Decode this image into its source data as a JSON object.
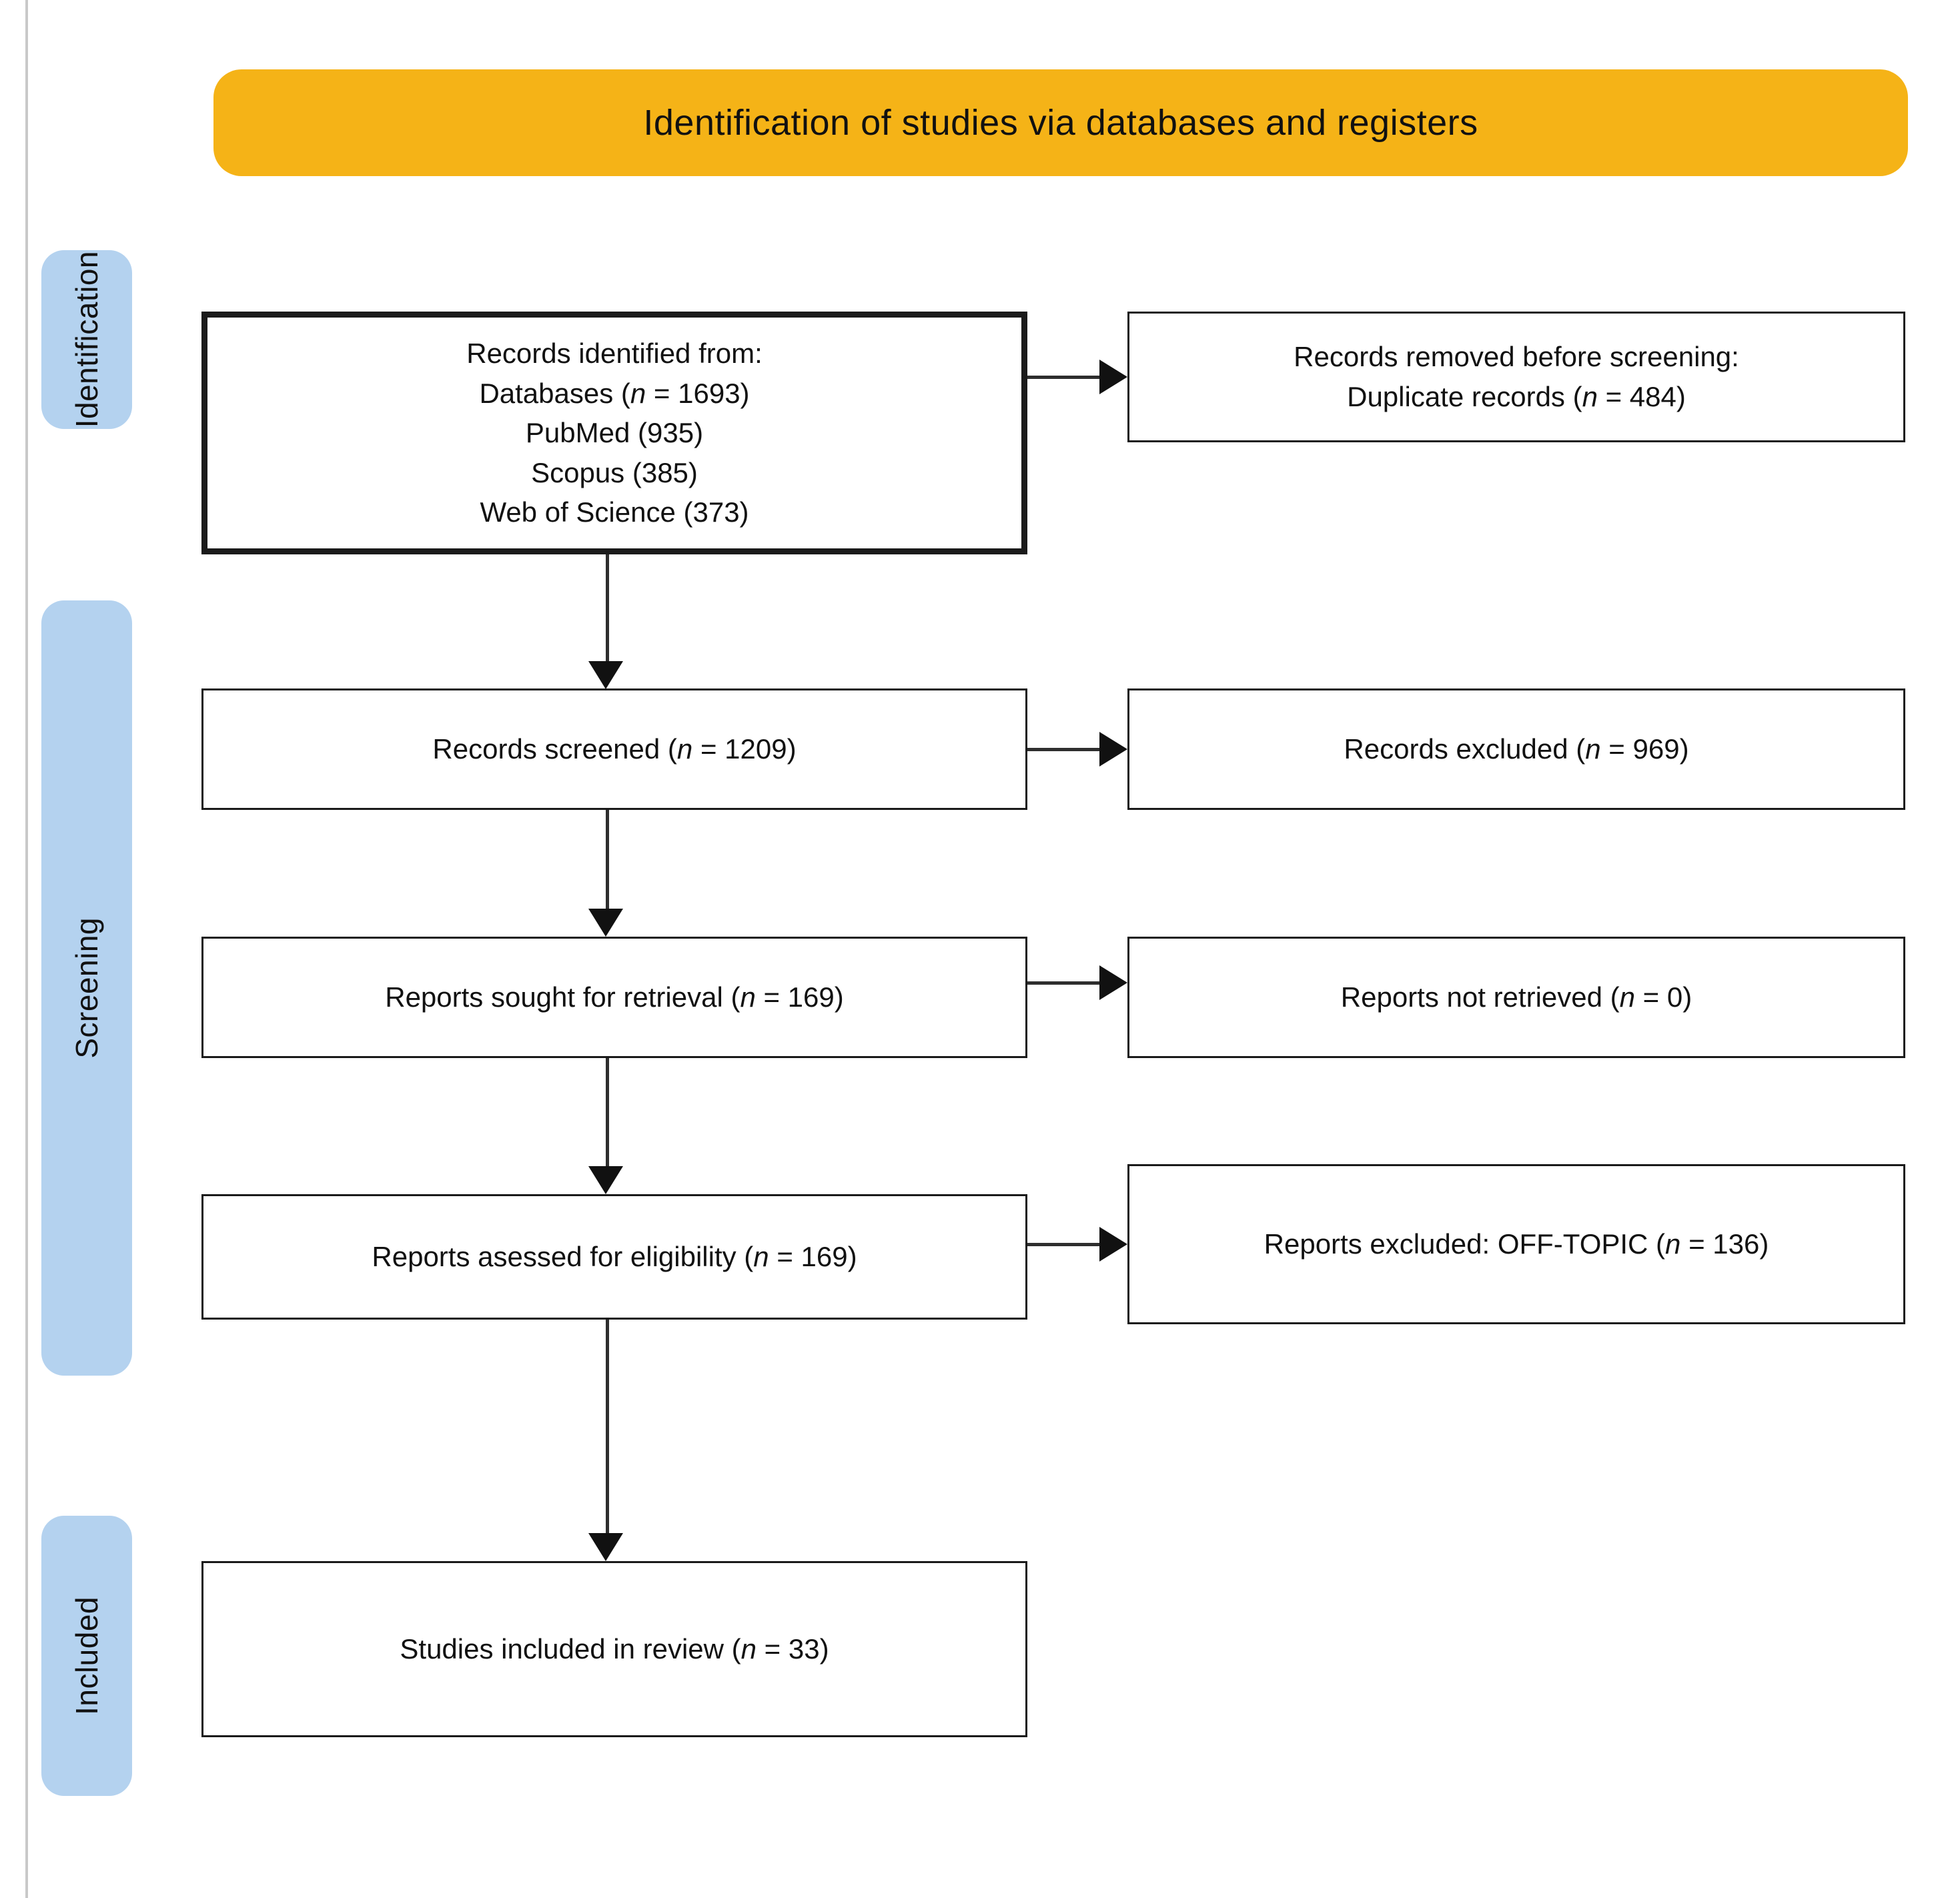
{
  "diagram": {
    "type": "prisma-flow-diagram",
    "banner": {
      "title": "Identification of studies via databases and registers",
      "color": "#f5b317"
    },
    "phases": [
      {
        "id": "identification",
        "label": "Identification",
        "color": "#b4d2ef"
      },
      {
        "id": "screening",
        "label": "Screening",
        "color": "#b4d2ef"
      },
      {
        "id": "included",
        "label": "Included",
        "color": "#b4d2ef"
      }
    ],
    "nodes": {
      "identified": {
        "lines": [
          "Records identified from:",
          "Databases (n = 1693)",
          "PubMed (935)",
          "Scopus (385)",
          "Web of Science (373)"
        ],
        "count": 1693,
        "breakdown": {
          "PubMed": 935,
          "Scopus": 385,
          "Web of Science": 373
        }
      },
      "removed": {
        "lines": [
          "Records removed before screening:",
          "Duplicate records (n = 484)"
        ],
        "count": 484
      },
      "screened": {
        "lines": [
          "Records screened (n = 1209)"
        ],
        "count": 1209
      },
      "excluded": {
        "lines": [
          "Records excluded (n = 969)"
        ],
        "count": 969
      },
      "sought": {
        "lines": [
          "Reports sought for retrieval (n = 169)"
        ],
        "count": 169
      },
      "not_retrieved": {
        "lines": [
          "Reports not retrieved (n = 0)"
        ],
        "count": 0
      },
      "assessed": {
        "lines": [
          "Reports asessed for eligibility (n = 169)"
        ],
        "count": 169
      },
      "excluded_topic": {
        "lines": [
          "Reports excluded: OFF-TOPIC (n = 136)"
        ],
        "count": 136
      },
      "included": {
        "lines": [
          "Studies included in review (n = 33)"
        ],
        "count": 33
      }
    }
  }
}
